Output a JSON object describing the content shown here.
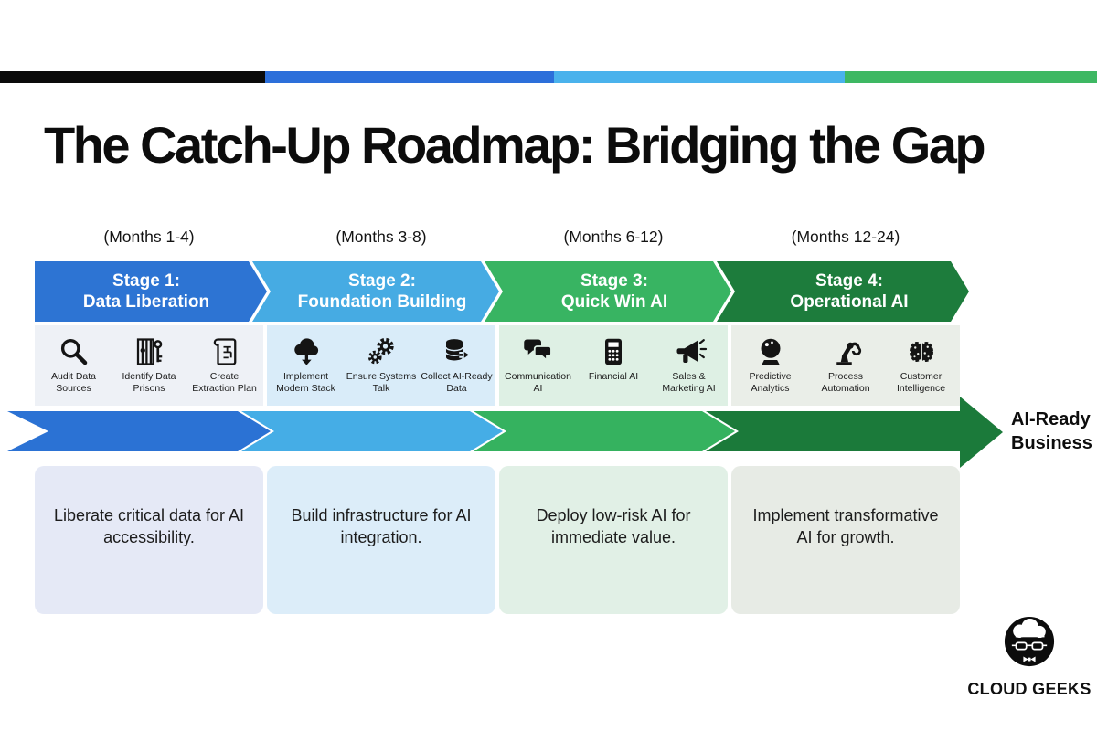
{
  "title": "The Catch-Up Roadmap: Bridging the Gap",
  "top_bar": {
    "segments": [
      {
        "name": "black",
        "color": "#0a0a0a"
      },
      {
        "name": "blue",
        "color": "#2c6fda"
      },
      {
        "name": "light-blue",
        "color": "#4ab2ec"
      },
      {
        "name": "green",
        "color": "#3eb863"
      }
    ]
  },
  "stages": [
    {
      "months": "(Months 1-4)",
      "title_line1": "Stage 1:",
      "title_line2": "Data Liberation",
      "header_color": "#2d74d3",
      "panel_color": "#eef1f6",
      "band_color": "#2b72d4",
      "desc_color": "#e5e9f6",
      "description": "Liberate critical data for AI accessibility.",
      "items": [
        {
          "icon": "magnifier-icon",
          "label": "Audit Data Sources"
        },
        {
          "icon": "data-prison-icon",
          "label": "Identify Data Prisons"
        },
        {
          "icon": "extraction-plan-icon",
          "label": "Create Extraction Plan"
        }
      ]
    },
    {
      "months": "(Months 3-8)",
      "title_line1": "Stage 2:",
      "title_line2": "Foundation Building",
      "header_color": "#46abe3",
      "panel_color": "#d9ecf9",
      "band_color": "#45ade6",
      "desc_color": "#dcedf9",
      "description": "Build infrastructure for AI integration.",
      "items": [
        {
          "icon": "cloud-download-icon",
          "label": "Implement Modern Stack"
        },
        {
          "icon": "gears-icon",
          "label": "Ensure Systems Talk"
        },
        {
          "icon": "database-export-icon",
          "label": "Collect AI-Ready Data"
        }
      ]
    },
    {
      "months": "(Months 6-12)",
      "title_line1": "Stage 3:",
      "title_line2": "Quick Win AI",
      "header_color": "#38b462",
      "panel_color": "#def0e4",
      "band_color": "#35b25f",
      "desc_color": "#e1f0e6",
      "description": "Deploy low-risk AI for immediate value.",
      "items": [
        {
          "icon": "chat-bubbles-icon",
          "label": "Communication AI"
        },
        {
          "icon": "calculator-icon",
          "label": "Financial AI"
        },
        {
          "icon": "megaphone-icon",
          "label": "Sales & Marketing AI"
        }
      ]
    },
    {
      "months": "(Months 12-24)",
      "title_line1": "Stage 4:",
      "title_line2": "Operational AI",
      "header_color": "#1d7c3c",
      "panel_color": "#eaeee8",
      "band_color": "#1b7a3a",
      "desc_color": "#e7ebe5",
      "description": "Implement transformative AI for growth.",
      "items": [
        {
          "icon": "crystal-ball-icon",
          "label": "Predictive Analytics"
        },
        {
          "icon": "robot-arm-icon",
          "label": "Process Automation"
        },
        {
          "icon": "brain-icon",
          "label": "Customer Intelligence"
        }
      ]
    }
  ],
  "outcome": {
    "line1": "AI-Ready",
    "line2": "Business",
    "arrow_color": "#1b7a3a"
  },
  "logo": {
    "text": "CLOUD GEEKS"
  }
}
